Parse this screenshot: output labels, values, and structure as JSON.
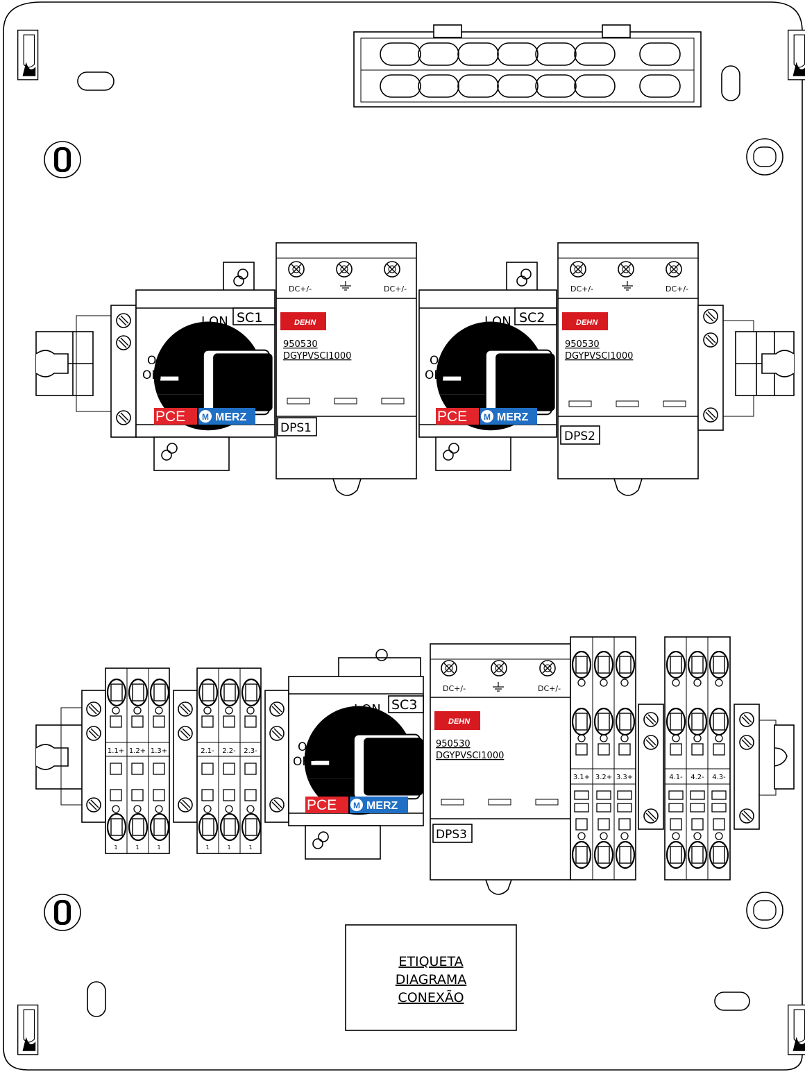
{
  "switches": [
    {
      "tag": "SC1",
      "on": "I ON",
      "off_o": "O",
      "off": "OFF",
      "brand_pce": "PCE",
      "brand_m": "M",
      "brand_merz": "MERZ"
    },
    {
      "tag": "SC2",
      "on": "I ON",
      "off_o": "O",
      "off": "OFF",
      "brand_pce": "PCE",
      "brand_m": "M",
      "brand_merz": "MERZ"
    },
    {
      "tag": "SC3",
      "on": "I ON",
      "off_o": "O",
      "off": "OFF",
      "brand_pce": "PCE",
      "brand_m": "M",
      "brand_merz": "MERZ"
    }
  ],
  "spds": [
    {
      "tag": "DPS1",
      "brand": "DEHN",
      "part": "950530",
      "model": "DGYPVSCI1000",
      "term_left": "DC+/-",
      "term_right": "DC+/-"
    },
    {
      "tag": "DPS2",
      "brand": "DEHN",
      "part": "950530",
      "model": "DGYPVSCI1000",
      "term_left": "DC+/-",
      "term_right": "DC+/-"
    },
    {
      "tag": "DPS3",
      "brand": "DEHN",
      "part": "950530",
      "model": "DGYPVSCI1000",
      "term_left": "DC+/-",
      "term_right": "DC+/-"
    }
  ],
  "terminals": {
    "group1": [
      "1.1+",
      "1.2+",
      "1.3+"
    ],
    "group2": [
      "2.1-",
      "2.2-",
      "2.3-"
    ],
    "group3": [
      "3.1+",
      "3.2+",
      "3.3+"
    ],
    "group4": [
      "4.1-",
      "4.2-",
      "4.3-"
    ],
    "bottom_mark": "1"
  },
  "label": {
    "line1": "ETIQUETA",
    "line2": "DIAGRAMA",
    "line3": "CONEXÃO"
  },
  "colors": {
    "pce_red": "#e3242b",
    "merz_blue": "#1f6fc5",
    "dehn_red": "#d71920"
  }
}
